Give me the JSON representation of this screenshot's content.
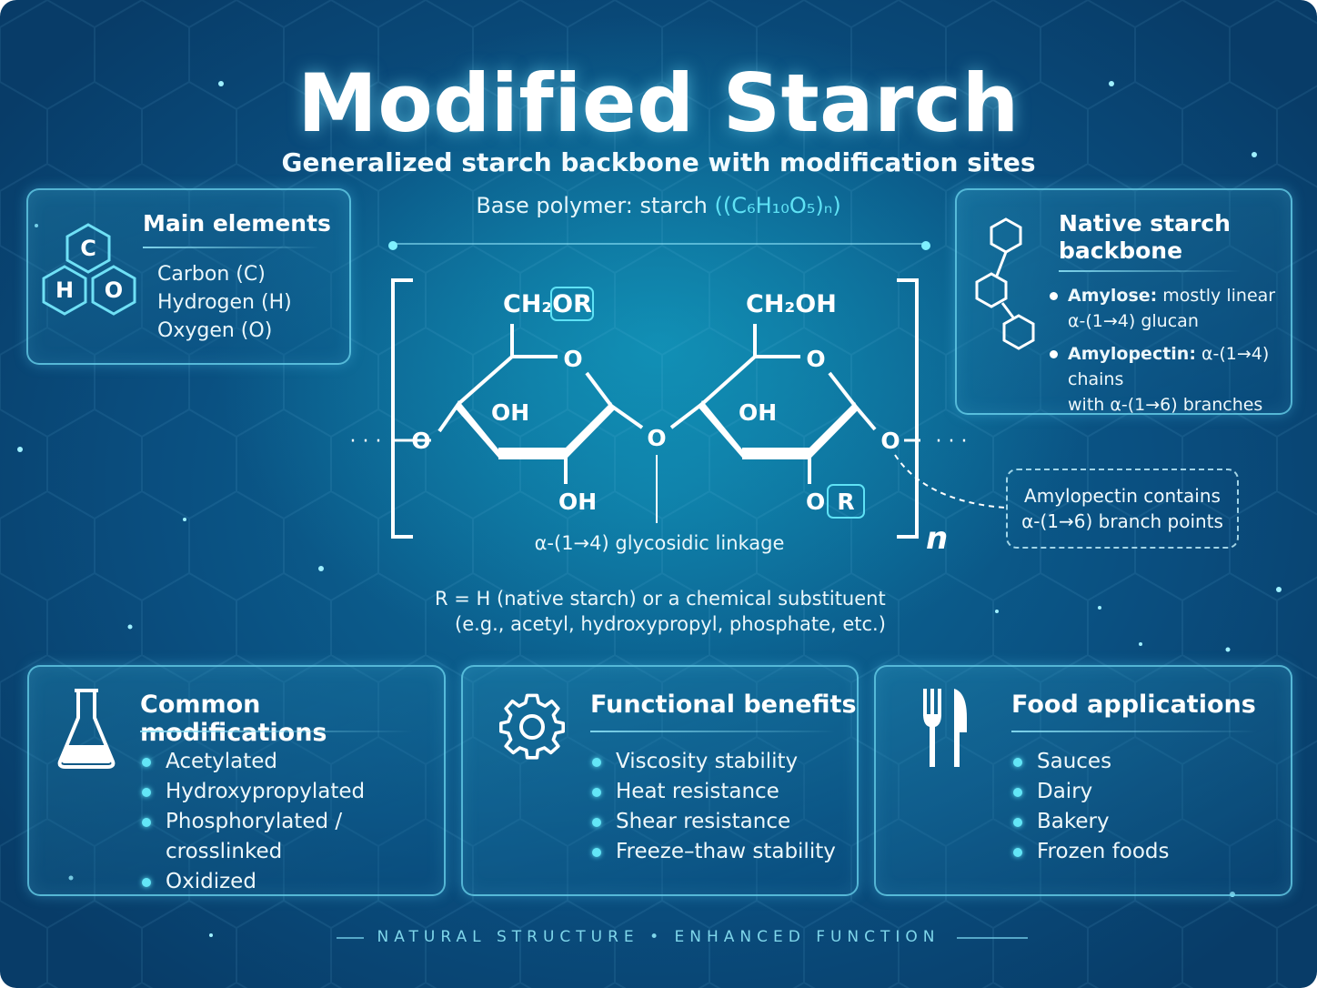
{
  "title": "Modified Starch",
  "subtitle": "Generalized starch backbone with modification sites",
  "base_polymer": {
    "label": "Base polymer: starch",
    "formula": "((C₆H₁₀O₅)ₙ)"
  },
  "main_elements": {
    "title": "Main elements",
    "items": [
      "Carbon (C)",
      "Hydrogen (H)",
      "Oxygen (O)"
    ],
    "icon_letters": [
      "C",
      "H",
      "O"
    ]
  },
  "native_backbone": {
    "title_line1": "Native starch",
    "title_line2": "backbone",
    "amylose_label": "Amylose:",
    "amylose_text1": "mostly linear",
    "amylose_text2": "α-(1→4) glucan",
    "amylopectin_label": "Amylopectin:",
    "amylopectin_text1": "α-(1→4) chains",
    "amylopectin_text2": "with α-(1→6) branches"
  },
  "structure": {
    "ring1_top": "CH₂",
    "ring1_top_box": "OR",
    "ring2_top": "CH₂OH",
    "ring_o": "O",
    "oh": "OH",
    "o_left": "O",
    "o_mid": "O",
    "o_right": "O",
    "or_o": "O",
    "or_r": "R",
    "dots": "· · ·",
    "subscript_n": "n",
    "linkage_label": "α-(1→4) glycosidic linkage"
  },
  "callout": {
    "line1": "Amylopectin contains",
    "line2": "α-(1→6) branch points"
  },
  "r_note": {
    "line1": "R = H (native starch) or a chemical substituent",
    "line2": "(e.g., acetyl, hydroxypropyl, phosphate, etc.)"
  },
  "panels": {
    "modifications": {
      "title": "Common modifications",
      "icon": "flask-icon",
      "items": [
        "Acetylated",
        "Hydroxypropylated",
        "Phosphorylated / crosslinked",
        "Oxidized"
      ]
    },
    "benefits": {
      "title": "Functional benefits",
      "icon": "gear-icon",
      "items": [
        "Viscosity stability",
        "Heat resistance",
        "Shear resistance",
        "Freeze–thaw stability"
      ]
    },
    "applications": {
      "title": "Food applications",
      "icon": "fork-knife-icon",
      "items": [
        "Sauces",
        "Dairy",
        "Bakery",
        "Frozen foods"
      ]
    }
  },
  "footer": "NATURAL STRUCTURE • ENHANCED FUNCTION",
  "colors": {
    "accent": "#5fe2f5",
    "background": "#0a4f80",
    "panel_border": "#6ed7f0"
  }
}
